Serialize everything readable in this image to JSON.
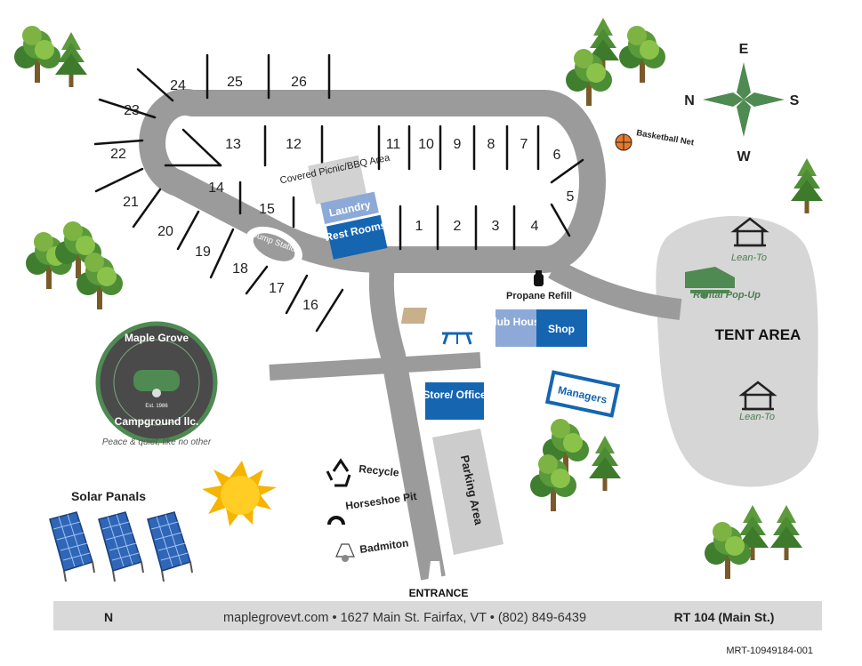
{
  "compass": {
    "north": "N",
    "east": "E",
    "south": "S",
    "west": "W"
  },
  "sites": [
    "1",
    "2",
    "3",
    "4",
    "5",
    "6",
    "7",
    "8",
    "9",
    "10",
    "11",
    "12",
    "13",
    "14",
    "15",
    "16",
    "17",
    "18",
    "19",
    "20",
    "21",
    "22",
    "23",
    "24",
    "25",
    "26"
  ],
  "buildings": {
    "covered_picnic": "Covered Picnic/BBQ Area",
    "laundry": "Laundry",
    "restrooms": "Rest Rooms",
    "clubhouse": "Club House",
    "shop": "Shop",
    "store": "Store/ Office",
    "managers": "Managers"
  },
  "amenities": {
    "dump_station": "Dump Station",
    "propane": "Propane Refill",
    "basketball": "Basketball Net",
    "recycle": "Recycle",
    "horseshoe": "Horseshoe Pit",
    "badminton": "Badmiton",
    "parking": "Parking Area",
    "entrance": "ENTRANCE",
    "solar": "Solar Panals"
  },
  "tent_area": {
    "title": "TENT AREA",
    "lean_to_1": "Lean-To",
    "lean_to_2": "Lean-To",
    "rental": "Rental Pop-Up"
  },
  "logo": {
    "name": "Maple Grove",
    "est": "Est. 1986",
    "sub": "Campground llc.",
    "tagline": "Peace & quiet, like no other"
  },
  "footer": {
    "left": "N",
    "center": "maplegrovevt.com • 1627 Main St. Fairfax, VT • (802) 849-6439",
    "right": "RT 104 (Main St.)"
  },
  "code": "MRT-10949184-001",
  "colors": {
    "road": "#9b9b9b",
    "tent_area": "#d6d6d6",
    "blue_dark": "#1565b1",
    "blue_light": "#8ca9d8",
    "green": "#4e8a52",
    "tree_dark": "#3d7a2c",
    "tree_light": "#7cb342",
    "footer": "#d9d9d9"
  }
}
